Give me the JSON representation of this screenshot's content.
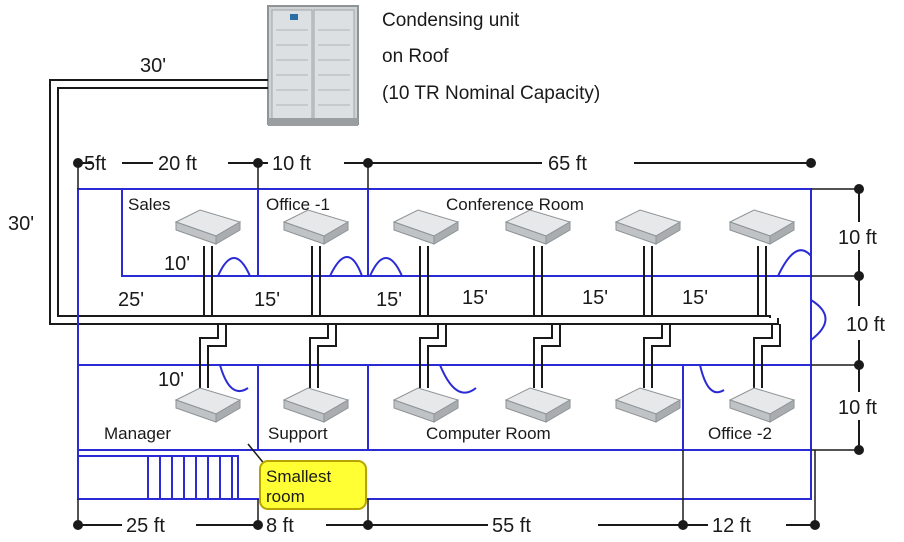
{
  "condensing_unit": {
    "line1": "Condensing unit",
    "line2": "on Roof",
    "line3": "(10 TR Nominal Capacity)"
  },
  "pipe_lengths": {
    "top_run": "30'",
    "left_riser": "30'",
    "branch_upper_left": "10'",
    "branch_lower_left": "10'",
    "main_header": [
      "25'",
      "15'",
      "15'",
      "15'",
      "15'",
      "15'"
    ]
  },
  "top_dimensions": [
    "5ft",
    "20 ft",
    "10 ft",
    "65 ft"
  ],
  "right_dimensions": [
    "10 ft",
    "10 ft",
    "10 ft"
  ],
  "bottom_dimensions": [
    "25 ft",
    "8 ft",
    "55 ft",
    "12 ft"
  ],
  "rooms": {
    "sales": "Sales",
    "office1": "Office -1",
    "conference": "Conference Room",
    "manager": "Manager",
    "support": "Support",
    "computer": "Computer Room",
    "office2": "Office -2"
  },
  "callout": {
    "line1": "Smallest",
    "line2": "room"
  },
  "colors": {
    "walls": "#2b2bd6",
    "pipes": "#1a1a1a",
    "callout_fill": "#ffff33",
    "callout_border": "#b8a400"
  }
}
